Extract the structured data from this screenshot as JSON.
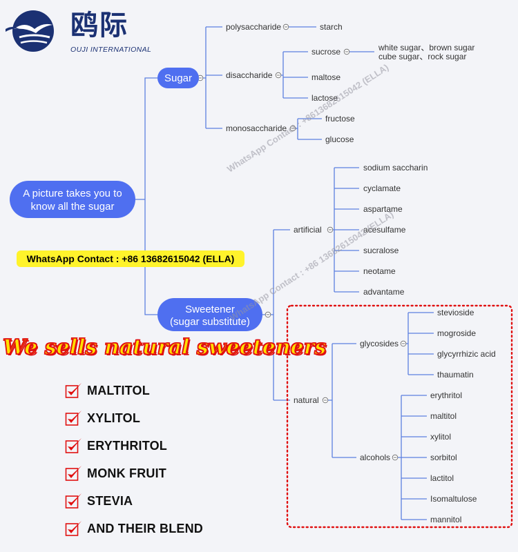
{
  "brand": {
    "name_cn": "鸥际",
    "name_en": "OUJI INTERNATIONAL"
  },
  "diagram": {
    "root": {
      "label_line1": "A picture takes you to",
      "label_line2": "know all the sugar"
    },
    "sugar": {
      "label": "Sugar",
      "polysaccharide": "polysaccharide",
      "starch": "starch",
      "disaccharide": "disaccharide",
      "sucrose": "sucrose",
      "sucrose_types_line1": "white sugar、brown sugar",
      "sucrose_types_line2": "cube sugar、rock sugar",
      "maltose": "maltose",
      "lactose": "lactose",
      "monosaccharide": "monosaccharide",
      "fructose": "fructose",
      "glucose": "glucose"
    },
    "sweetener": {
      "label_line1": "Sweetener",
      "label_line2": "(sugar substitute)",
      "artificial": "artificial",
      "artificial_items": [
        "sodium saccharin",
        "cyclamate",
        "aspartame",
        "acesulfame",
        "sucralose",
        "neotame",
        "advantame"
      ],
      "natural": "natural",
      "glycosides": "glycosides",
      "glycoside_items": [
        "stevioside",
        "mogroside",
        "glycyrrhizic acid",
        "thaumatin"
      ],
      "alcohols": "alcohols",
      "alcohol_items": [
        "erythritol",
        "maltitol",
        "xylitol",
        "sorbitol",
        "lactitol",
        "Isomaltulose",
        "mannitol"
      ]
    }
  },
  "contact": {
    "banner": "WhatsApp Contact : +86 13682615042 (ELLA)"
  },
  "watermarks": [
    "WhatsApp Contact : +8613682615042 (ELLA)",
    "WhatsApp Contact : +86 13682615042 (ELLA)"
  ],
  "promo": {
    "headline": "We sells natural sweeteners",
    "products": [
      "MALTITOL",
      "XYLITOL",
      "ERYTHRITOL",
      "MONK FRUIT",
      "STEVIA",
      "AND THEIR BLEND"
    ]
  },
  "colors": {
    "pill": "#4f6ff0",
    "connector": "#5b7fe0",
    "banner": "#fff32b",
    "headline_fill": "#ffe000",
    "headline_stroke": "#e01010",
    "check": "#e01010",
    "dotted_box": "#e01010",
    "brand": "#1b3173"
  }
}
